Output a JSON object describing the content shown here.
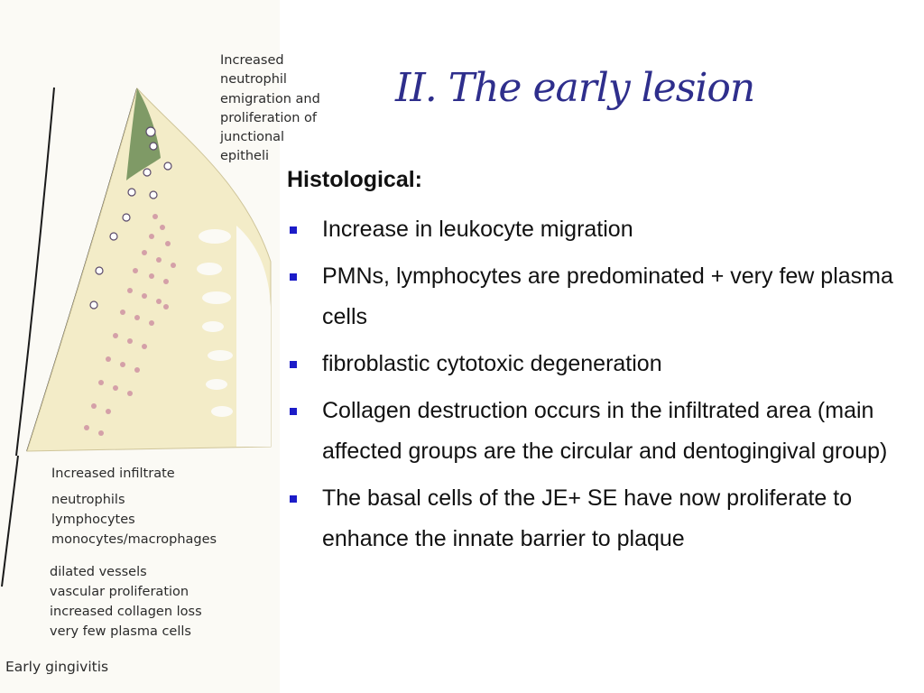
{
  "slide": {
    "title": "II. The early lesion",
    "heading": "Histological:",
    "bullets": [
      "Increase in leukocyte migration",
      "PMNs, lymphocytes are predominated + very few plasma cells",
      "fibroblastic cytotoxic degeneration",
      "Collagen destruction occurs in the infiltrated area (main affected groups are the circular and dentogingival group)",
      "The basal cells of the JE+ SE have now proliferate to enhance the innate barrier to plaque"
    ],
    "bullet_color": "#1c1cc8",
    "title_color": "#2e2e8c"
  },
  "figure": {
    "caption_top": [
      "Increased",
      "neutrophil",
      "emigration and",
      "proliferation of",
      "junctional",
      "epitheli"
    ],
    "caption_infiltrate": "Increased infiltrate",
    "caption_cells": [
      "neutrophils",
      "lymphocytes",
      "monocytes/macrophages"
    ],
    "caption_changes": [
      "dilated vessels",
      "vascular proliferation",
      "increased collagen loss",
      "very few plasma cells"
    ],
    "caption_stage": "Early gingivitis",
    "colors": {
      "junctional_epithelium": "#7f9a66",
      "gingival_tissue": "#f3ecc8",
      "infiltrate_cells": "#d4a0a8"
    }
  }
}
